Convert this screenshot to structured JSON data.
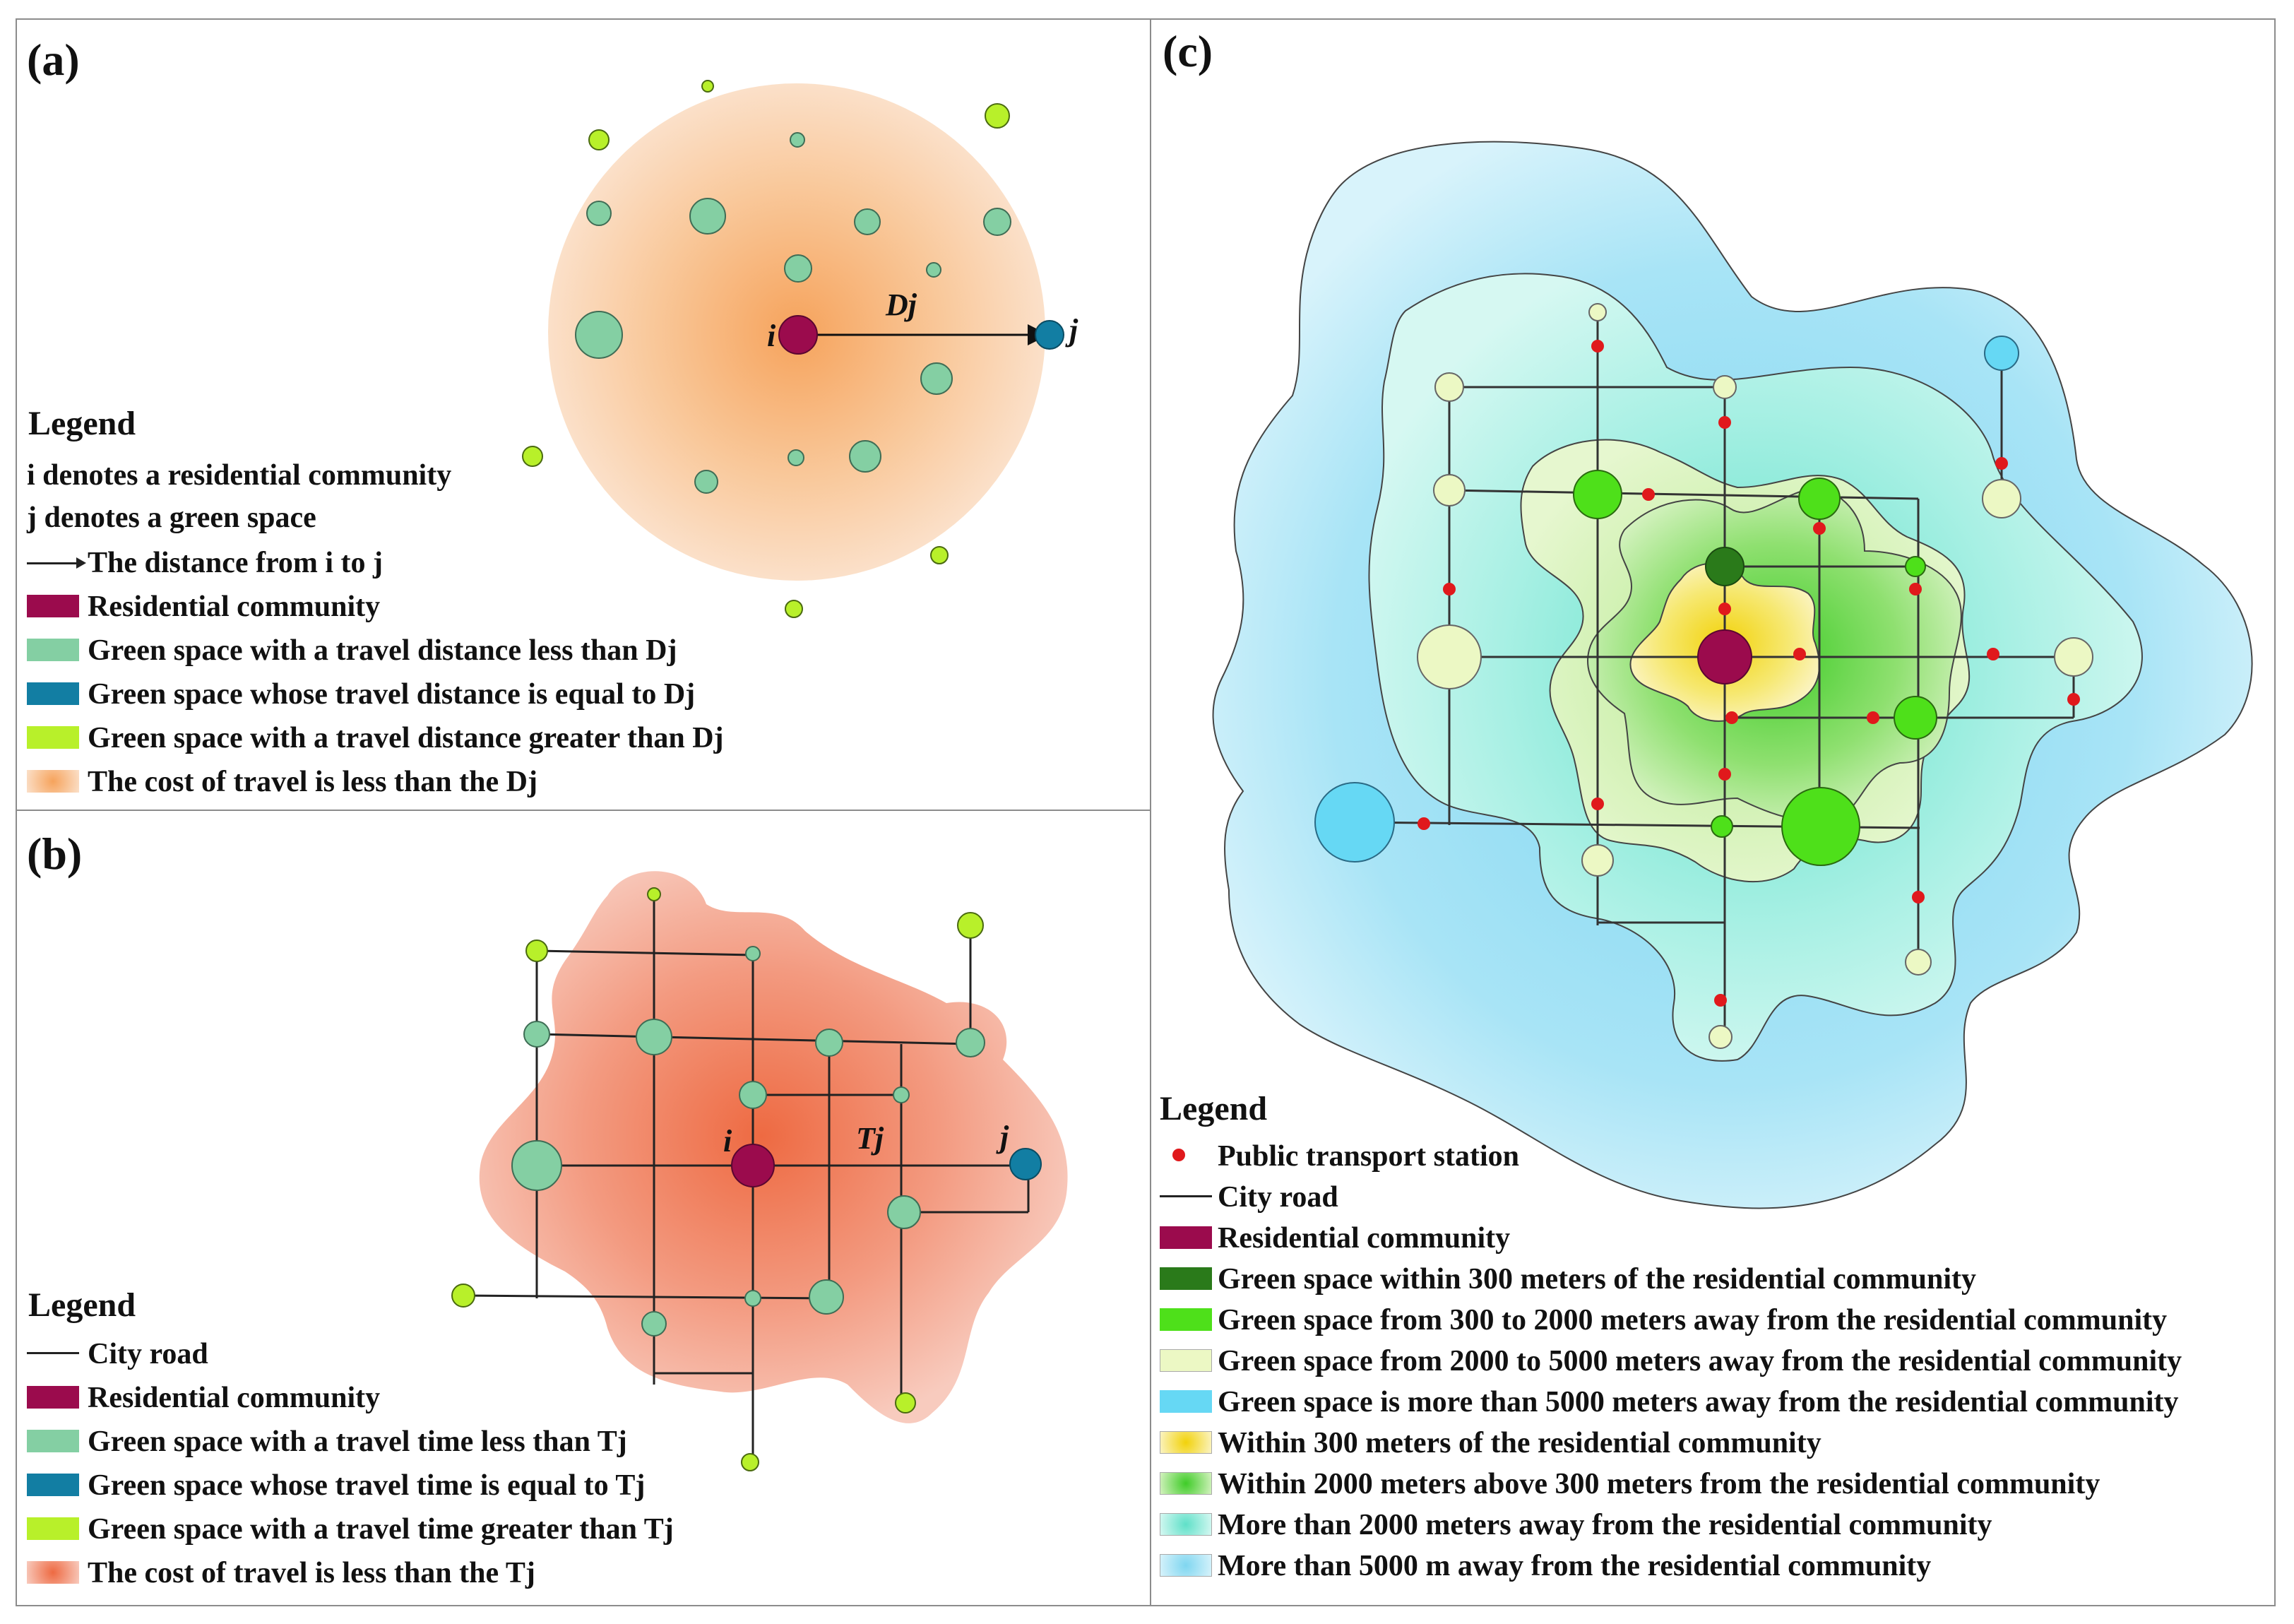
{
  "panel_a": {
    "label": "(a)",
    "labels": {
      "i": "i",
      "j": "j",
      "distance": "Dj"
    },
    "legend": {
      "title": "Legend",
      "items": [
        "i denotes a residential community",
        "j denotes a green space",
        "The distance from i to j",
        "Residential community",
        "Green space with a travel distance less than Dj",
        "Green space whose travel distance is equal to Dj",
        "Green space with a travel distance greater than Dj",
        "The cost of travel is less than the Dj"
      ]
    }
  },
  "panel_b": {
    "label": "(b)",
    "labels": {
      "i": "i",
      "j": "j",
      "time": "Tj"
    },
    "legend": {
      "title": "Legend",
      "items": [
        "City road",
        "Residential community",
        "Green space with a travel time less than Tj",
        "Green space whose travel time is equal to Tj",
        "Green space with a travel time greater than Tj",
        "The cost of travel is less than the Tj"
      ]
    }
  },
  "panel_c": {
    "label": "(c)",
    "legend": {
      "title": "Legend",
      "items": [
        "Public transport station",
        "City road",
        "Residential community",
        "Green space within 300 meters of the residential community",
        "Green space from 300 to 2000 meters away from the residential community",
        "Green space from 2000 to 5000 meters away from the residential community",
        "Green space is more than 5000 meters away from the residential community",
        "Within 300 meters of the residential community",
        "Within 2000 meters above 300 meters from the residential community",
        "More than 2000 meters away from the residential community",
        "More than 5000 m away from the residential community"
      ]
    }
  },
  "colors": {
    "residential": "#9b0b4d",
    "green_less": "#84cfa3",
    "green_equal": "#127ea3",
    "green_greater": "#b8f02a",
    "cost_a": "#f7b57a",
    "cost_b": "#f07a5a",
    "station": "#e0191c",
    "green_300": "#2a7a1a",
    "green_300_2000": "#4ee01a",
    "green_2000_5000": "#ecf8c4",
    "green_5000": "#66d8f4",
    "zone_300": "#f4e654",
    "zone_2000": "#7ee24c",
    "zone_more2000": "#9ff0e4",
    "zone_more5000": "#8ad8f8"
  }
}
